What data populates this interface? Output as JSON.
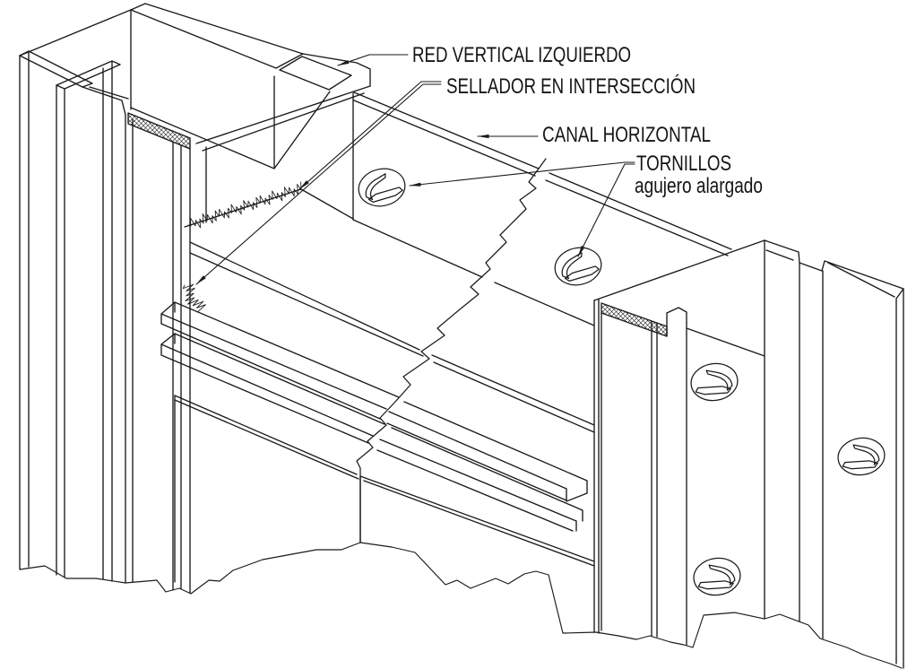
{
  "drawing": {
    "type": "isometric-cad-detail",
    "background": "#ffffff",
    "line_color": "#1a1a1a",
    "elements": {
      "screw_count": 5,
      "sealant_marks": 2,
      "gasket_hatch_strips": 2,
      "break_line": true
    },
    "callouts": [
      {
        "text": "RED VERTICAL IZQUIERDO",
        "target": "left-vertical-mullion"
      },
      {
        "text": "SELLADOR EN INTERSECCIÓN",
        "target": "sealant-at-intersection"
      },
      {
        "text": "CANAL HORIZONTAL",
        "target": "horizontal-channel"
      },
      {
        "text": "TORNILLOS",
        "note": "agujero alargado",
        "target": "screws-in-slotted-holes"
      }
    ]
  },
  "labels": {
    "red_vertical": "RED VERTICAL IZQUIERDO",
    "sellador": "SELLADOR EN INTERSECCIÓN",
    "canal": "CANAL HORIZONTAL",
    "tornillos": "TORNILLOS",
    "tornillos_note": "agujero alargado"
  }
}
